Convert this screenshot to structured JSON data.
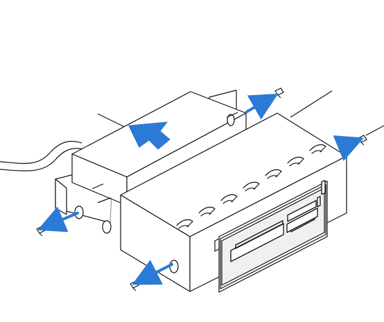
{
  "diagram": {
    "subject": "media-card-reader-with-bracket",
    "colors": {
      "line": "#111111",
      "light_line": "#9a9a9a",
      "fill": "#ffffff",
      "slot_fill": "#ffffff",
      "arrow": "#2b7bd6",
      "arrow_dark": "#1f66b8"
    },
    "icons": [
      "screw-icon",
      "arrow-icon",
      "cable"
    ],
    "parts": [
      "mounting-bracket",
      "card-reader-module",
      "card-slot-panel",
      "data-cable",
      "screws"
    ]
  }
}
